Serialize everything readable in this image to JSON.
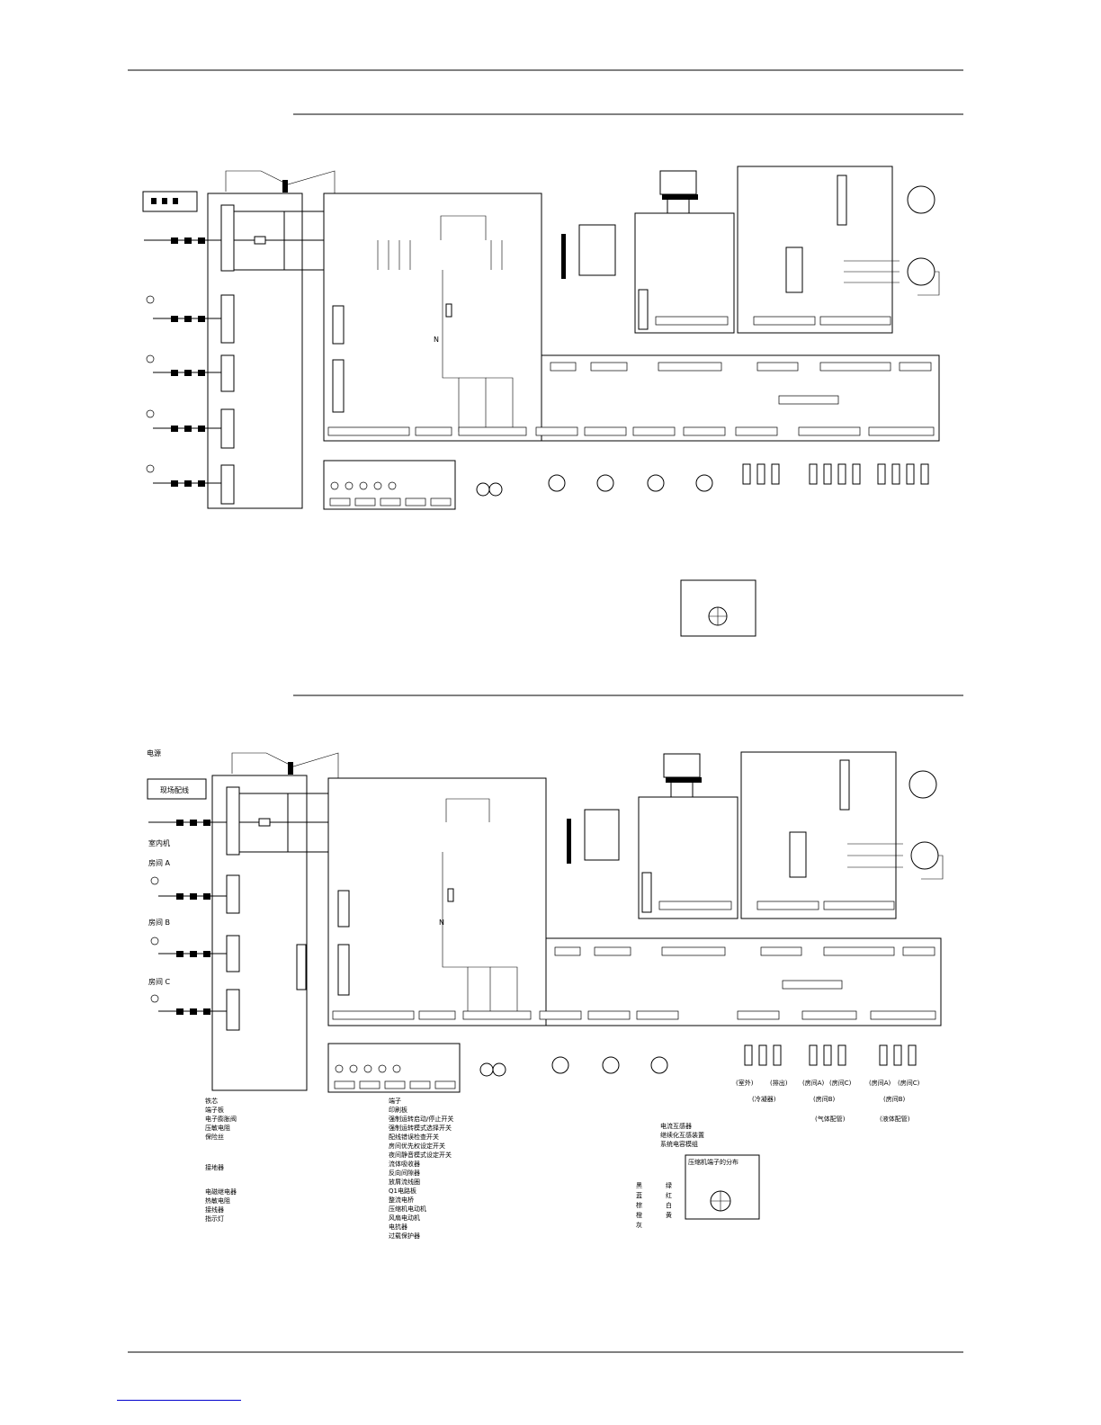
{
  "diagram2": {
    "power_source": "电源",
    "field_wiring": "现场配线",
    "indoor_unit": "室内机",
    "room_a": "房间 A",
    "room_b": "房间 B",
    "room_c": "房间 C",
    "thermistor_labels": [
      "(室外)",
      "(排出)",
      "(房间A)",
      "(房间C)",
      "(房间A)",
      "(房间C)"
    ],
    "thermistor_group_labels": [
      "(冷凝器)",
      "(房间B)",
      "(房间B)"
    ],
    "pipe_labels": [
      "(气体配管)",
      "(液体配管)"
    ],
    "legend_col1": [
      "铁芯",
      "端子板",
      "电子膨胀阀",
      "压敏电阻",
      "保险丝",
      "",
      "",
      "接地器",
      "",
      "",
      "电磁继电器",
      "热敏电阻",
      "接线器",
      "指示灯"
    ],
    "legend_col2": [
      "端子",
      "印刷板",
      "强制运转启动/停止开关",
      "强制运转模式选择开关",
      "配线错误检查开关",
      "房间优先权设定开关",
      "夜间静音模式设定开关",
      "流体吸收器",
      "反向间隙器",
      "放屑流线圈",
      "Q1电路板",
      "整流电桥",
      "压缩机电动机",
      "风扇电动机",
      "电抗器",
      "过载保护器"
    ],
    "legend_col3": [
      "电流互感器",
      "继续化互感装置",
      "系统电容模组"
    ],
    "compressor_terminals_title": "压缩机端子的分布",
    "wire_colors_left": [
      "黑",
      "蓝",
      "棕",
      "橙",
      "灰"
    ],
    "wire_colors_right": [
      "绿",
      "红",
      "白",
      "黄"
    ]
  }
}
